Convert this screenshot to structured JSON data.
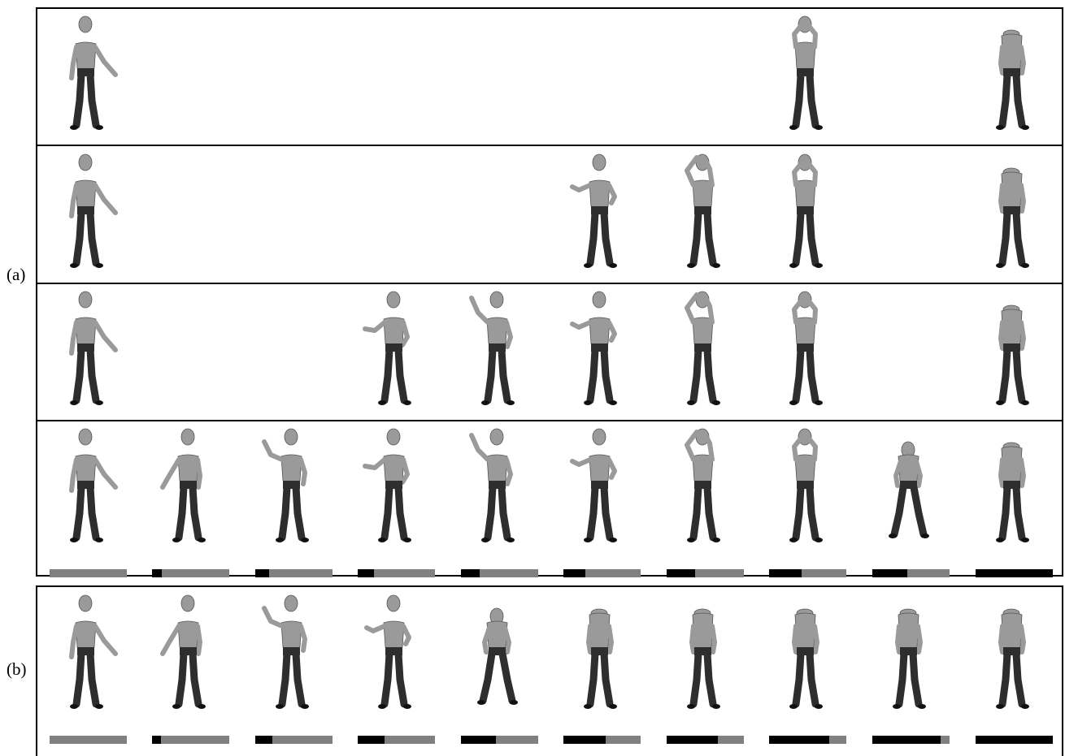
{
  "labels": {
    "a": "(a)",
    "b": "(b)"
  },
  "colors": {
    "skin": "#9a9a9a",
    "pants": "#2e2e2e",
    "bar_bg": "#808080",
    "bar_fill": "#000000"
  },
  "panel_a": {
    "rows": [
      {
        "visible": [
          1,
          0,
          0,
          0,
          0,
          0,
          0,
          1,
          0,
          1
        ]
      },
      {
        "visible": [
          1,
          0,
          0,
          0,
          0,
          1,
          1,
          1,
          0,
          1
        ]
      },
      {
        "visible": [
          1,
          0,
          0,
          1,
          1,
          1,
          1,
          1,
          0,
          1
        ]
      },
      {
        "visible": [
          1,
          1,
          1,
          1,
          1,
          1,
          1,
          1,
          1,
          1
        ]
      }
    ],
    "poses": [
      "arm-down-right",
      "reach-left",
      "wave-left",
      "point-left",
      "wave-high",
      "fists",
      "arms-overhead",
      "hands-face",
      "bent-over",
      "back-view"
    ],
    "progress": [
      0.0,
      0.13,
      0.18,
      0.21,
      0.24,
      0.28,
      0.37,
      0.42,
      0.45,
      1.0
    ]
  },
  "panel_b": {
    "poses": [
      "arm-down-right",
      "reach-left",
      "wave-left",
      "fists",
      "bent-over",
      "back-view",
      "back-view",
      "back-view",
      "back-view",
      "back-view"
    ],
    "progress": [
      0.0,
      0.12,
      0.22,
      0.35,
      0.45,
      0.55,
      0.66,
      0.78,
      0.88,
      1.0
    ]
  }
}
